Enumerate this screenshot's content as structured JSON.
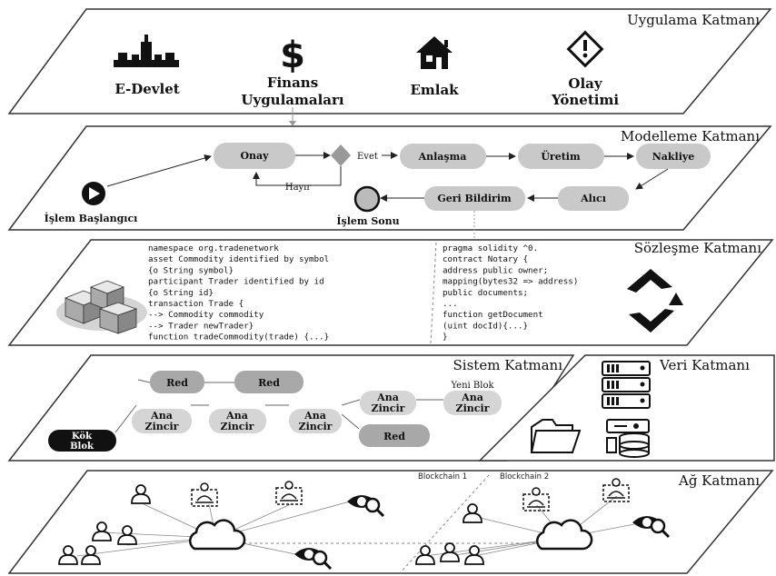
{
  "layers": {
    "application": {
      "title": "Uygulama Katmanı",
      "items": [
        {
          "lines": [
            "E-Devlet"
          ],
          "icon": "government-building-icon"
        },
        {
          "lines": [
            "Finans",
            "Uygulamaları"
          ],
          "icon": "dollar-icon"
        },
        {
          "lines": [
            "Emlak"
          ],
          "icon": "house-icon"
        },
        {
          "lines": [
            "Olay",
            "Yönetimi"
          ],
          "icon": "warning-icon"
        }
      ]
    },
    "modeling": {
      "title": "Modelleme Katmanı",
      "nodes": {
        "onay": "Onay",
        "anlasma": "Anlaşma",
        "uretim": "Üretim",
        "nakliye": "Nakliye",
        "alici": "Alıcı",
        "geri_bildirim": "Geri Bildirim"
      },
      "evet": "Evet",
      "hayir": "Hayır",
      "start": "İşlem Başlangıcı",
      "end": "İşlem Sonu"
    },
    "contract": {
      "title": "Sözleşme Katmanı",
      "code_left": [
        "namespace org.tradenetwork",
        "asset Commodity identified by symbol",
        " {o String symbol}",
        "participant Trader identified by id",
        " {o String id}",
        "transaction Trade {",
        "    --> Commodity commodity",
        "    --> Trader newTrader}",
        "function tradeCommodity(trade) {...}"
      ],
      "code_right": [
        "pragma solidity ^0.",
        "contract Notary {",
        " address public owner;",
        " mapping(bytes32 => address)",
        "  public documents;",
        " ...",
        " function getDocument",
        " (uint docId){...}",
        "}"
      ]
    },
    "system": {
      "title": "Sistem Katmanı",
      "red1": "Red",
      "red2": "Red",
      "red3": "Red",
      "ana": [
        "Ana",
        "Zincir"
      ],
      "yeni_blok": "Yeni Blok",
      "kok": [
        "Kök",
        "Blok"
      ]
    },
    "data": {
      "title": "Veri Katmanı"
    },
    "network": {
      "title": "Ağ Katmanı",
      "blockchain1": "Blockchain 1",
      "blockchain2": "Blockchain 2"
    }
  }
}
